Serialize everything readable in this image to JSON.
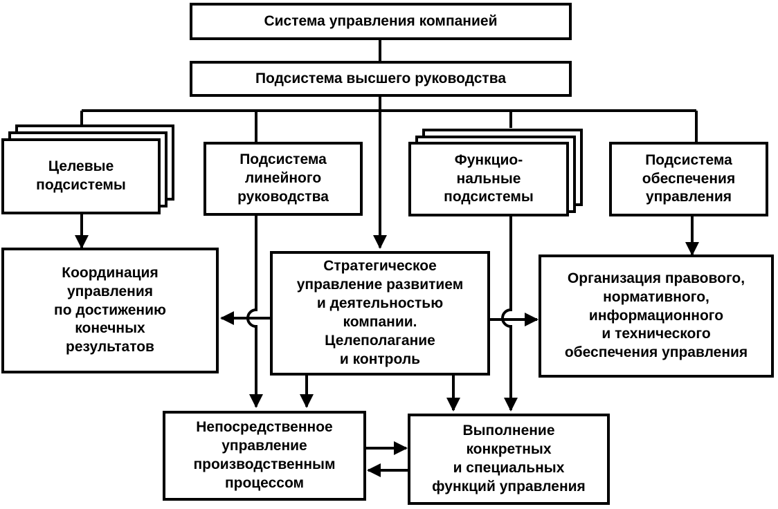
{
  "diagram": {
    "nodes": {
      "company_system": "Система управления компанией",
      "top_management": "Подсистема высшего руководства",
      "target_subsystems": "Целевые\nподсистемы",
      "line_management": "Подсистема\nлинейного\nруководства",
      "functional_subsystems": "Функцио-\nнальные\nподсистемы",
      "support_subsystem": "Подсистема\nобеспечения\nуправления",
      "coordination": "Координация\nуправления\nпо достижению\nконечных\nрезультатов",
      "strategic": "Стратегическое\nуправление развитием\nи деятельностью\nкомпании.\nЦелеполагание\nи контроль",
      "organization_support": "Организация правового,\nнормативного,\nинформационного\nи технического\nобеспечения управления",
      "production_management": "Непосредственное\nуправление\nпроизводственным\nпроцессом",
      "special_functions": "Выполнение\nконкретных\nи специальных\nфункций управления"
    },
    "colors": {
      "stroke": "#000000",
      "fill": "#ffffff"
    }
  }
}
